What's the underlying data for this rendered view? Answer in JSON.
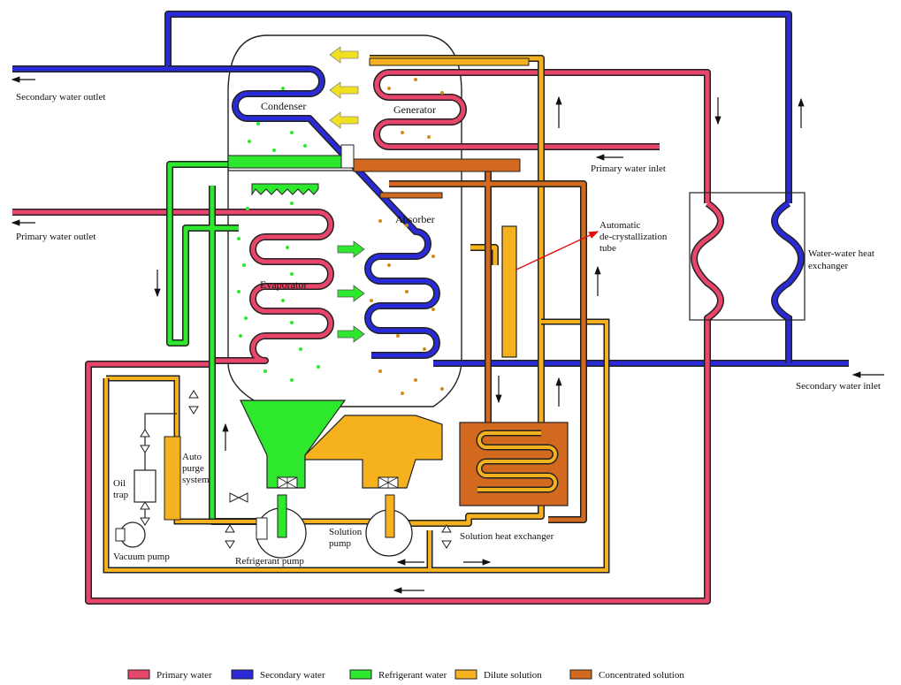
{
  "colors": {
    "primary": "#e8456a",
    "secondary": "#2a2ad8",
    "refrigerant": "#2ee82e",
    "dilute": "#f5b21e",
    "concentrated": "#d2691e",
    "outline": "#222222",
    "arrow_red": "#e01010"
  },
  "labels": {
    "secondary_out": "Secondary water outlet",
    "primary_out": "Primary water outlet",
    "condenser": "Condenser",
    "generator": "Generator",
    "primary_in": "Primary water inlet",
    "absorber": "Absorber",
    "evaporator": "Evaporator",
    "auto_decryst_1": "Automatic",
    "auto_decryst_2": "de-crystallization",
    "auto_decryst_3": "tube",
    "ww_hx_1": "Water-water heat",
    "ww_hx_2": "exchanger",
    "secondary_in": "Secondary water inlet",
    "auto_purge_1": "Auto",
    "auto_purge_2": "purge",
    "auto_purge_3": "system",
    "oil_trap_1": "Oil",
    "oil_trap_2": "trap",
    "vacuum_pump": "Vacuum pump",
    "refrigerant_pump": "Refrigerant pump",
    "solution_pump_1": "Solution",
    "solution_pump_2": "pump",
    "solution_hx": "Solution heat exchanger"
  },
  "legend": [
    {
      "label": "Primary water",
      "color": "#e8456a"
    },
    {
      "label": "Secondary water",
      "color": "#2a2ad8"
    },
    {
      "label": "Refrigerant water",
      "color": "#2ee82e"
    },
    {
      "label": "Dilute solution",
      "color": "#f5b21e"
    },
    {
      "label": "Concentrated solution",
      "color": "#d2691e"
    }
  ]
}
